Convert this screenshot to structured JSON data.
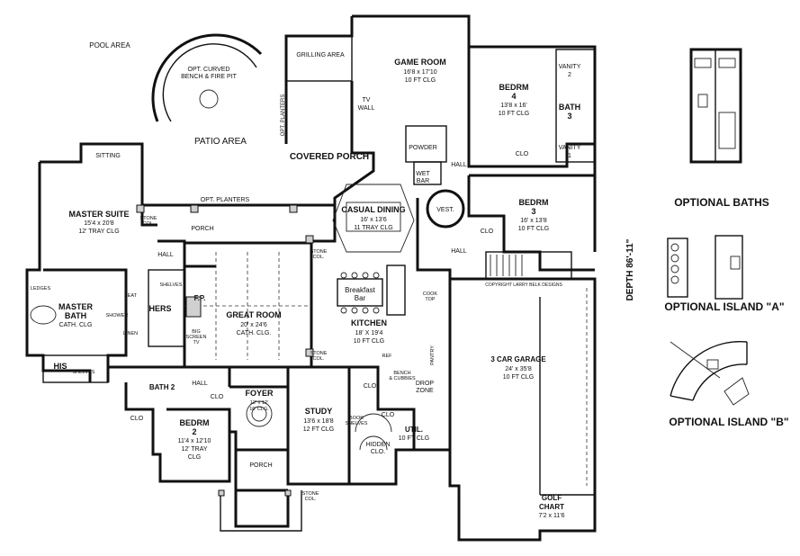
{
  "rooms": {
    "pool_area": "POOL AREA",
    "fire_pit": [
      "OPT. CURVED",
      "BENCH & FIRE PIT"
    ],
    "grilling_area": "GRILLING AREA",
    "patio_area": "PATIO AREA",
    "opt_planters_left": "OPT. PLANTERS",
    "opt_planters_vertical": "OPT. PLANTERS",
    "tv_wall": [
      "TV",
      "WALL"
    ],
    "covered_porch": "COVERED PORCH",
    "game_room": {
      "name": "GAME ROOM",
      "size": "16'8 x 17'10",
      "ceiling": "10 FT CLG"
    },
    "bedrm4": {
      "name": "BEDRM",
      "num": "4",
      "size": "13'8 x 16'",
      "ceiling": "10 FT CLG"
    },
    "vanity2": [
      "VANITY",
      "2"
    ],
    "bath3": [
      "BATH",
      "3"
    ],
    "vanity1": [
      "VANITY",
      "1"
    ],
    "clo_bed4": "CLO",
    "powder": "POWDER",
    "hall_upper": "HALL",
    "wet_bar": [
      "WET",
      "BAR"
    ],
    "vest": "VEST.",
    "bedrm3": {
      "name": "BEDRM",
      "num": "3",
      "size": "16' x 13'8",
      "ceiling": "10 FT CLG"
    },
    "clo_bed3": "CLO",
    "hall_right": "HALL",
    "sitting": "SITTING",
    "master_suite": {
      "name": "MASTER SUITE",
      "size": "15'4 x 20'8",
      "ceiling": "12' TRAY CLG"
    },
    "porch_mid": "PORCH",
    "casual_dining": {
      "name": "CASUAL DINING",
      "size": "16' x 13'6",
      "ceiling": "11 TRAY CLG"
    },
    "hall_master": "HALL",
    "master_bath": {
      "name": "MASTER",
      "name2": "BATH",
      "ceiling": "CATH. CLG"
    },
    "hers": "HERS",
    "fp": "F.P.",
    "great_room": {
      "name": "GREAT ROOM",
      "size": "20' x 24'6",
      "ceiling": "CATH. CLG."
    },
    "breakfast_bar": [
      "Breakfast",
      "Bar"
    ],
    "kitchen": {
      "name": "KITCHEN",
      "size": "18' X 19'4",
      "ceiling": "10 FT CLG"
    },
    "pantry": "PANTRY",
    "garage": {
      "name": "3 CAR GARAGE",
      "size": "24' x 35'8",
      "ceiling": "10 FT CLG"
    },
    "his": "HIS",
    "shelves_his": "SHELVES",
    "bath2": "BATH 2",
    "hall_lower": "HALL",
    "clo_hall": "CLO",
    "foyer": {
      "name": "FOYER",
      "size": "12' x 12'",
      "ceiling": "16' CLG."
    },
    "study": {
      "name": "STUDY",
      "size": "13'6 x 18'8",
      "ceiling": "12 FT CLG"
    },
    "clo_study": "CLO",
    "drop_zone": [
      "DROP",
      "ZONE"
    ],
    "clo_bed2": "CLO",
    "bedrm2": {
      "name": "BEDRM",
      "num": "2",
      "size": "11'4 x 12'10",
      "ceiling": "12' TRAY",
      "ceiling2": "CLG"
    },
    "clo_util": "CLO",
    "util": {
      "name": "UTIL.",
      "ceiling": "10 FT CLG"
    },
    "hidden_clo": [
      "HIDDEN",
      "CLO."
    ],
    "book_shelves": [
      "BOOK",
      "SHELVES"
    ],
    "porch_front": "PORCH",
    "golf_chart": {
      "name": "GOLF",
      "name2": "CHART",
      "size": "7'2 x 11'6"
    },
    "stone_col_1": [
      "STONE",
      "COL."
    ],
    "stone_col_2": [
      "STONE",
      "COL."
    ],
    "stone_col_3": [
      "STONE",
      "COL."
    ],
    "stone_col_4": [
      "STONE",
      "COL."
    ],
    "copyright": "COPYRIGHT LARRY BELK DESIGNS",
    "big_screen": [
      "BIG",
      "SCREEN",
      "TV"
    ],
    "shower": "SHOWER",
    "seat": "SEAT",
    "linen": "LINEN",
    "ledges": "LEDGES",
    "shelves_master": "SHELVES",
    "bench_cubbies": [
      "BENCH",
      "& CUBBIES"
    ],
    "ref": "REF",
    "cook_top": [
      "COOK",
      "TOP"
    ]
  },
  "dimension": "DEPTH 86'-11\"",
  "sidebar": {
    "optional_baths": "OPTIONAL BATHS",
    "optional_island_a": "OPTIONAL ISLAND \"A\"",
    "optional_island_b": "OPTIONAL ISLAND \"B\""
  }
}
